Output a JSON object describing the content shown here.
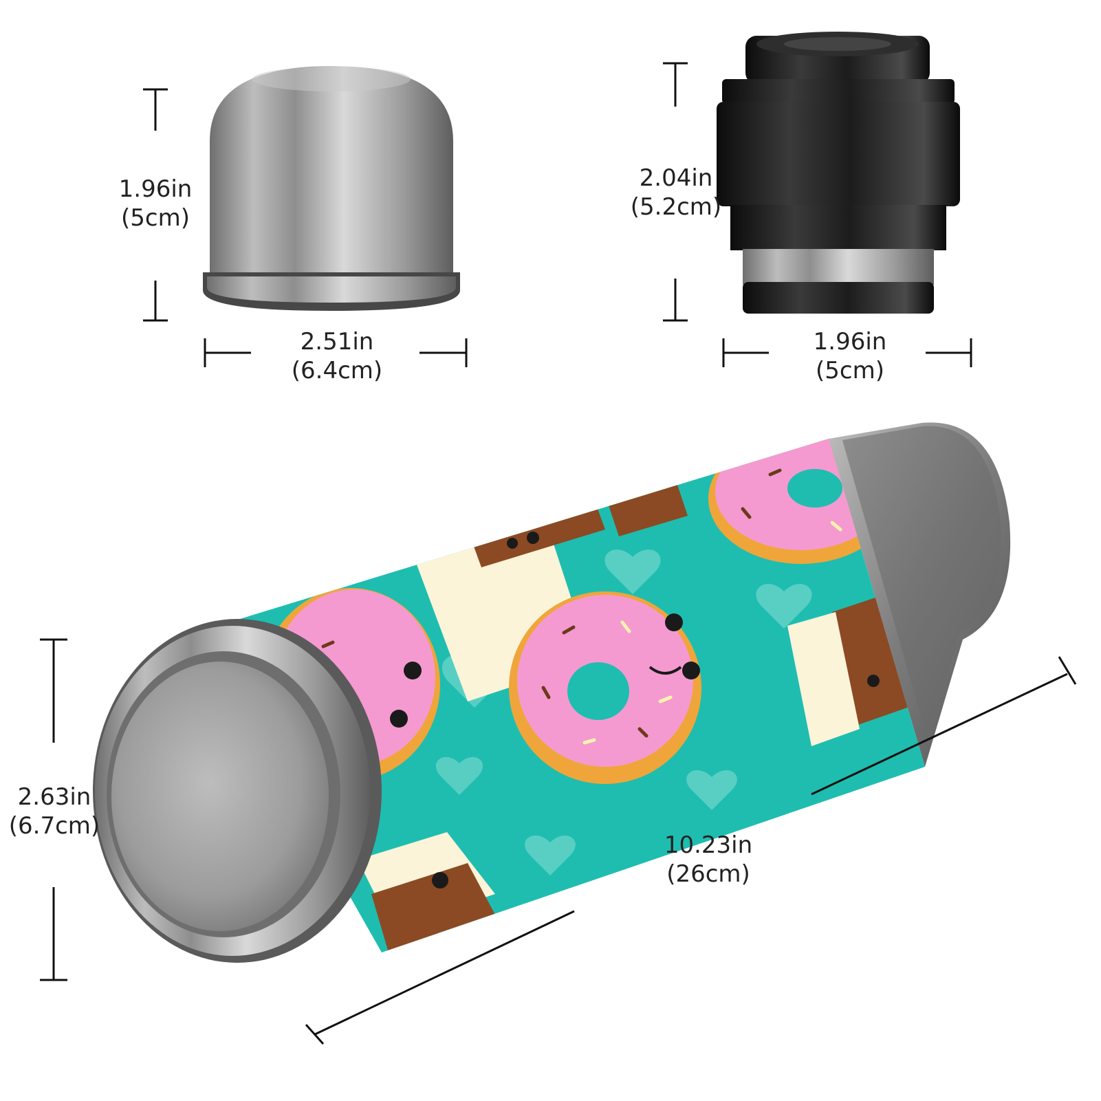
{
  "image": {
    "subject": "insulated-bottle-product-dimensions",
    "pattern_colors": {
      "background": "#1fbdb0",
      "frosting": "#f49ad0",
      "dough": "#f0a53a",
      "coffee": "#8b4a23",
      "cup": "#fbf4d8",
      "steel": "#a7a7a7"
    }
  },
  "cup_lid": {
    "height": {
      "in": "1.96in",
      "cm": "(5cm)"
    },
    "width": {
      "in": "2.51in",
      "cm": "(6.4cm)"
    }
  },
  "stopper": {
    "height": {
      "in": "2.04in",
      "cm": "(5.2cm)"
    },
    "width": {
      "in": "1.96in",
      "cm": "(5cm)"
    }
  },
  "bottle": {
    "diameter": {
      "in": "2.63in",
      "cm": "(6.7cm)"
    },
    "length": {
      "in": "10.23in",
      "cm": "(26cm)"
    }
  }
}
